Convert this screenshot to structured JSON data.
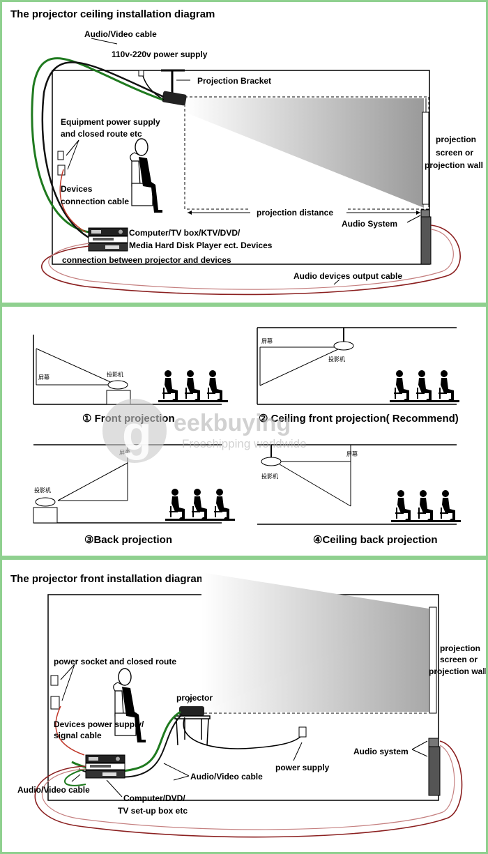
{
  "ceiling_diagram": {
    "title": "The projector ceiling installation diagram",
    "labels": {
      "av_cable": "Audio/Video cable",
      "power_supply": "110v-220v power supply",
      "bracket": "Projection Bracket",
      "equip_power_1": "Equipment power supply",
      "equip_power_2": "and closed route etc",
      "screen_1": "projection",
      "screen_2": "screen or",
      "screen_3": "projection wall",
      "devices_cable_1": "Devices",
      "devices_cable_2": "connection cable",
      "distance": "projection distance",
      "audio_system": "Audio System",
      "devices_1": "Computer/TV box/KTV/DVD/",
      "devices_2": "Media Hard Disk Player ect. Devices",
      "connection": "connection between projector and devices",
      "audio_output": "Audio devices output cable"
    }
  },
  "methods": {
    "front": "① Front projection",
    "ceiling_front": "② Ceiling front projection( Recommend)",
    "back": "③Back projection",
    "ceiling_back": "④Ceiling back projection",
    "projector_cjk": "投影机",
    "screen_cjk": "屏幕"
  },
  "watermark": {
    "brand": "eekbuying",
    "brand_initial": "g",
    "tagline": "Freeshipping worldwide"
  },
  "front_diagram": {
    "title": "The projector front installation diagram",
    "labels": {
      "power_socket": "power socket and closed route",
      "screen_1": "projection",
      "screen_2": "screen or",
      "screen_3": "projection wall",
      "projector": "projector",
      "devices_power_1": "Devices power supply/",
      "devices_power_2": "signal cable",
      "audio_system": "Audio system",
      "power_supply": "power supply",
      "av_cable_1": "Audio/Video cable",
      "av_cable_2": "Audio/Video cable",
      "devices_1": "Computer/DVD/",
      "devices_2": "TV set-up box etc"
    }
  }
}
